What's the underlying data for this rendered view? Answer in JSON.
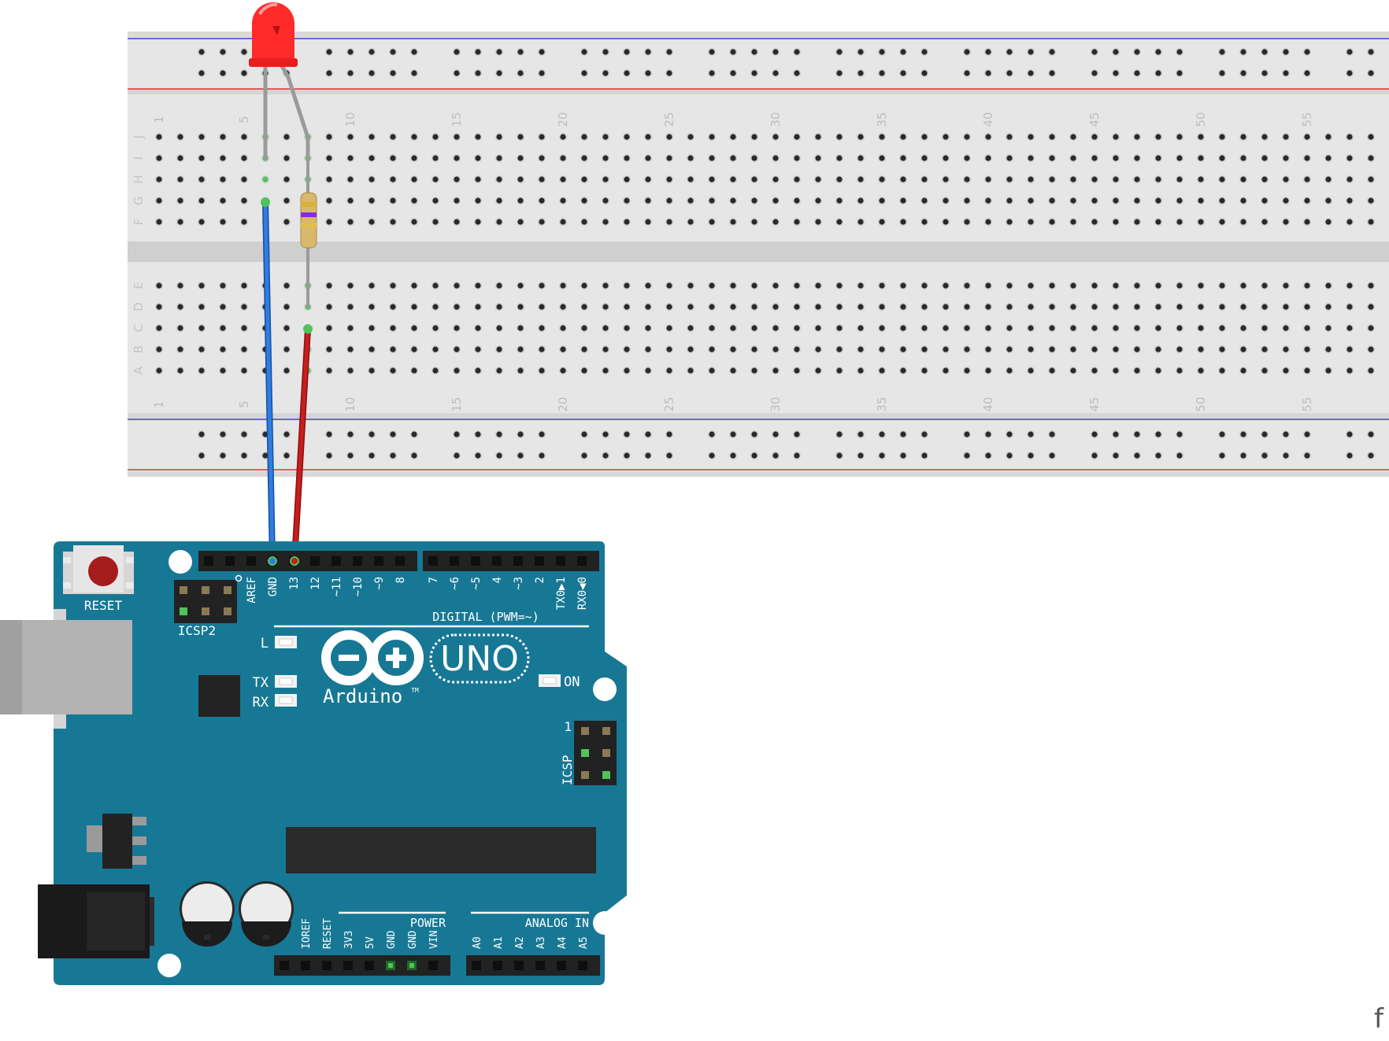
{
  "breadboard": {
    "column_numbers": [
      "1",
      "5",
      "10",
      "15",
      "20",
      "25",
      "30",
      "35",
      "40",
      "45",
      "50",
      "55"
    ],
    "row_letters_top": [
      "J",
      "I",
      "H",
      "G",
      "F"
    ],
    "row_letters_bottom": [
      "E",
      "D",
      "C",
      "B",
      "A"
    ]
  },
  "components": {
    "led": {
      "color": "#ff2a2a"
    },
    "resistor": {
      "bands": [
        "#d8b23a",
        "#8a2be2",
        "#e1c04a"
      ]
    },
    "wires": [
      {
        "name": "gnd-wire",
        "color": "#1e6fd9"
      },
      {
        "name": "pin13-wire",
        "color": "#c41a1a"
      }
    ]
  },
  "arduino": {
    "reset_label": "RESET",
    "icsp2_label": "ICSP2",
    "icsp_label": "ICSP",
    "icsp_pin1_label": "1",
    "digital_header_label": "DIGITAL (PWM=~)",
    "digital_pins": [
      "AREF",
      "GND",
      "13",
      "12",
      "~11",
      "~10",
      "~9",
      "8",
      "7",
      "~6",
      "~5",
      "4",
      "~3",
      "2",
      "TX0▶1",
      "RX0◀0"
    ],
    "led_labels": {
      "l": "L",
      "tx": "TX",
      "rx": "RX",
      "on": "ON"
    },
    "logo_text": "Arduino",
    "logo_tm": "TM",
    "model": "UNO",
    "power_header_label": "POWER",
    "power_pins": [
      "IOREF",
      "RESET",
      "3V3",
      "5V",
      "GND",
      "GND",
      "VIN"
    ],
    "analog_header_label": "ANALOG IN",
    "analog_pins": [
      "A0",
      "A1",
      "A2",
      "A3",
      "A4",
      "A5"
    ],
    "board_color": "#177895"
  },
  "corner_mark": "f"
}
